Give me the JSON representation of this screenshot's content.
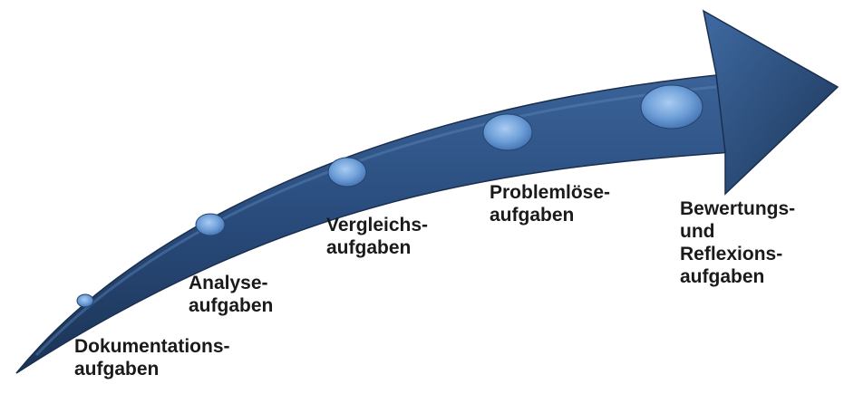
{
  "diagram": {
    "steps": [
      {
        "lines": [
          "Dokumentations-",
          "aufgaben"
        ]
      },
      {
        "lines": [
          "Analyse-",
          "aufgaben"
        ]
      },
      {
        "lines": [
          "Vergleichs-",
          "aufgaben"
        ]
      },
      {
        "lines": [
          "Problemlöse-",
          "aufgaben"
        ]
      },
      {
        "lines": [
          "Bewertungs-",
          "und",
          "Reflexions-",
          "aufgaben"
        ]
      }
    ],
    "colors": {
      "arrow_dark": "#1c3658",
      "arrow_mid": "#2c5286",
      "arrow_light": "#4a76ad",
      "dot_light": "#9cc3ee",
      "dot_dark": "#3f70b0",
      "text": "#1a1a1a"
    }
  }
}
